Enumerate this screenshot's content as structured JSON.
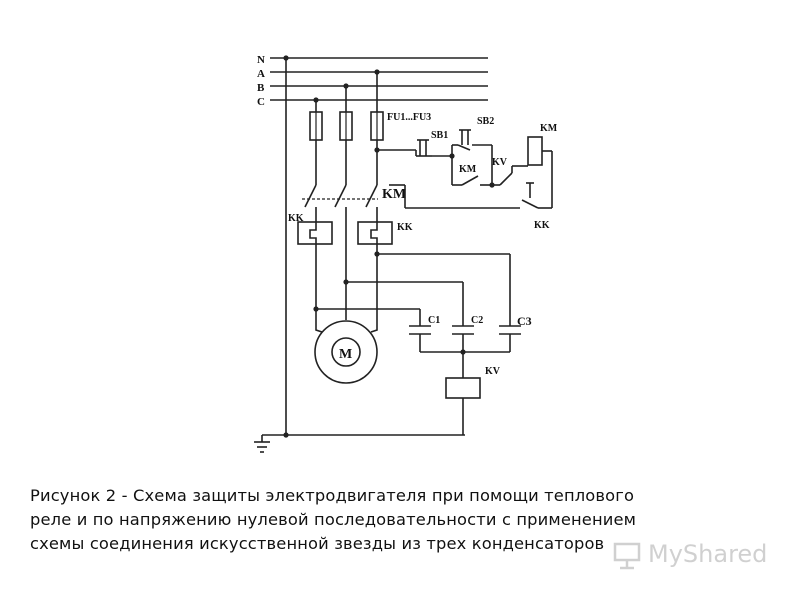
{
  "labels": {
    "bus_n": "N",
    "bus_a": "A",
    "bus_b": "B",
    "bus_c": "C",
    "fuses": "FU1...FU3",
    "sb1": "SB1",
    "sb2": "SB2",
    "km_coil": "KM",
    "km_contacts": "KM",
    "km_aux": "KM",
    "kv_contact": "KV",
    "kk_contact": "KK",
    "kk_left": "KK",
    "kk_right": "KK",
    "c1": "C1",
    "c2": "C2",
    "c3": "C3",
    "motor": "M",
    "kv_coil": "KV"
  },
  "caption": {
    "line1": "Рисунок 2 - Схема защиты электродвигателя при помощи теплового",
    "line2": "реле и по напряжению нулевой последовательности с применением",
    "line3": "схемы соединения искусственной звезды из трех конденсаторов"
  },
  "watermark": {
    "text": "MyShared",
    "icon": "presentation-board-icon"
  }
}
